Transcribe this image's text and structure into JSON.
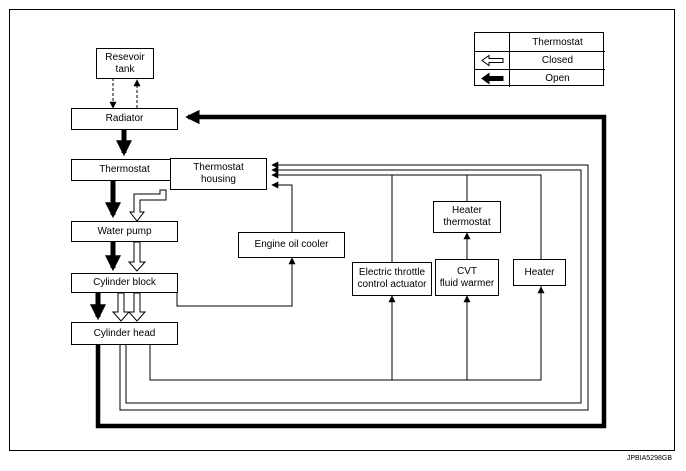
{
  "legend": {
    "header": "Thermostat",
    "closed_label": "Closed",
    "open_label": "Open"
  },
  "components": {
    "reservoir_tank": "Resevoir\ntank",
    "radiator": "Radiator",
    "thermostat": "Thermostat",
    "thermostat_housing": "Thermostat\nhousing",
    "water_pump": "Water pump",
    "cylinder_block": "Cylinder block",
    "cylinder_head": "Cylinder head",
    "engine_oil_cooler": "Engine oil cooler",
    "electric_throttle": "Electric throttle\ncontrol actuator",
    "heater_thermostat": "Heater\nthermostat",
    "cvt_fluid_warmer": "CVT\nfluid warmer",
    "heater": "Heater"
  },
  "figure_code": "JPBIA5298GB"
}
